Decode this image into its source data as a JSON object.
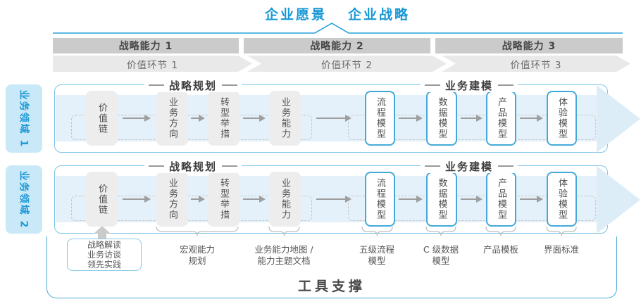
{
  "colors": {
    "accent_blue": "#1898D6",
    "container_border": "#7CC5E6",
    "tool_border": "#45AADA",
    "band_fill": "#E4F1FA",
    "box_gray": "#EDEDED",
    "box_blue_border": "#44A9DA",
    "bar_gray": "#CBCBCB",
    "chevron_gray": "#E9E9E9",
    "domain_fill": "#C9E8F8",
    "text_dark": "#474747",
    "text_medium": "#555555",
    "arrow_gray": "#9E9E9E"
  },
  "header": {
    "vision": "企业愿景",
    "strategy": "企业战略"
  },
  "capability_bars": [
    {
      "label": "战略能力 1"
    },
    {
      "label": "战略能力 2"
    },
    {
      "label": "战略能力 3"
    }
  ],
  "value_chevrons": [
    {
      "label": "价值环节 1"
    },
    {
      "label": "价值环节 2"
    },
    {
      "label": "价值环节 3"
    }
  ],
  "domains": [
    {
      "label": "业务领域 1"
    },
    {
      "label": "业务领域 2"
    }
  ],
  "band": {
    "planning_header": "战略规划",
    "modeling_header": "业务建模",
    "gray_boxes": [
      {
        "label": "价值链"
      },
      {
        "label": "业务方向"
      },
      {
        "label": "转型举措"
      },
      {
        "label": "业务能力"
      }
    ],
    "blue_boxes": [
      {
        "label": "流程模型"
      },
      {
        "label": "数据模型"
      },
      {
        "label": "产品模型"
      },
      {
        "label": "体验模型"
      }
    ]
  },
  "annotations": {
    "practice_box": {
      "line1": "战略解读",
      "line2": "业务访谈",
      "line3": "领先实践"
    },
    "notes": [
      {
        "line1": "宏观能力",
        "line2": "规划"
      },
      {
        "line1": "业务能力地图 /",
        "line2": "能力主题文档"
      },
      {
        "line1": "五级流程",
        "line2": "模型"
      },
      {
        "line1": "C 级数据",
        "line2": "模型"
      },
      {
        "line1": "产品模板",
        "line2": ""
      },
      {
        "line1": "界面标准",
        "line2": ""
      }
    ]
  },
  "footer": {
    "tool_support": "工具支撑"
  }
}
